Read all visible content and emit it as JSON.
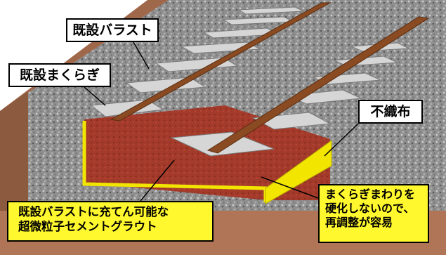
{
  "labels": {
    "existing_ballast": "既設バラスト",
    "existing_sleeper": "既設まくらぎ",
    "nonwoven_fabric": "不織布",
    "grout_line1": "既設バラストに充てん可能な",
    "grout_line2": "超微粒子セメントグラウト",
    "adjust_line1": "まくらぎまわりを",
    "adjust_line2": "硬化しないので、",
    "adjust_line3": "再調整が容易"
  },
  "colors": {
    "ballast_top": "#8f8f8f",
    "ground_side": "#a0684a",
    "ground_front": "#b07556",
    "rail": "#8a4a22",
    "sleeper": "#d6d6d6",
    "grout": "#a33a2a",
    "fabric": "#f2e600",
    "callout_yellow": "#fff82e"
  }
}
